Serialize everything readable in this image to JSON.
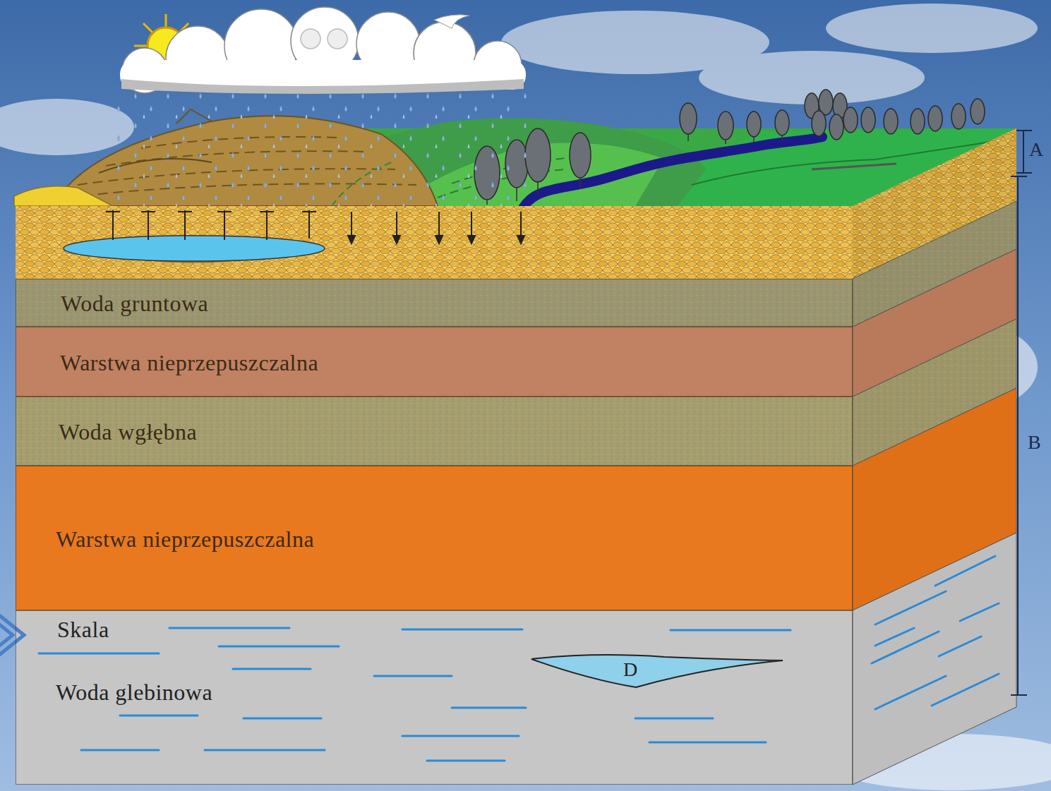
{
  "diagram": {
    "nodes": [
      {
        "text": [
          "Woda gruntowa"
        ]
      },
      {
        "text": [
          "Warstwa nieprzepuszczalna"
        ]
      },
      {
        "text": [
          "Woda wgłębna"
        ]
      },
      {
        "text": [
          "Warstwa nieprzepuszczalna"
        ]
      },
      {
        "text": [
          "Skala",
          "Woda glebinowa"
        ]
      },
      {
        "text": [
          "D"
        ],
        "in": 4
      }
    ],
    "labels": [
      "A",
      "B"
    ]
  }
}
